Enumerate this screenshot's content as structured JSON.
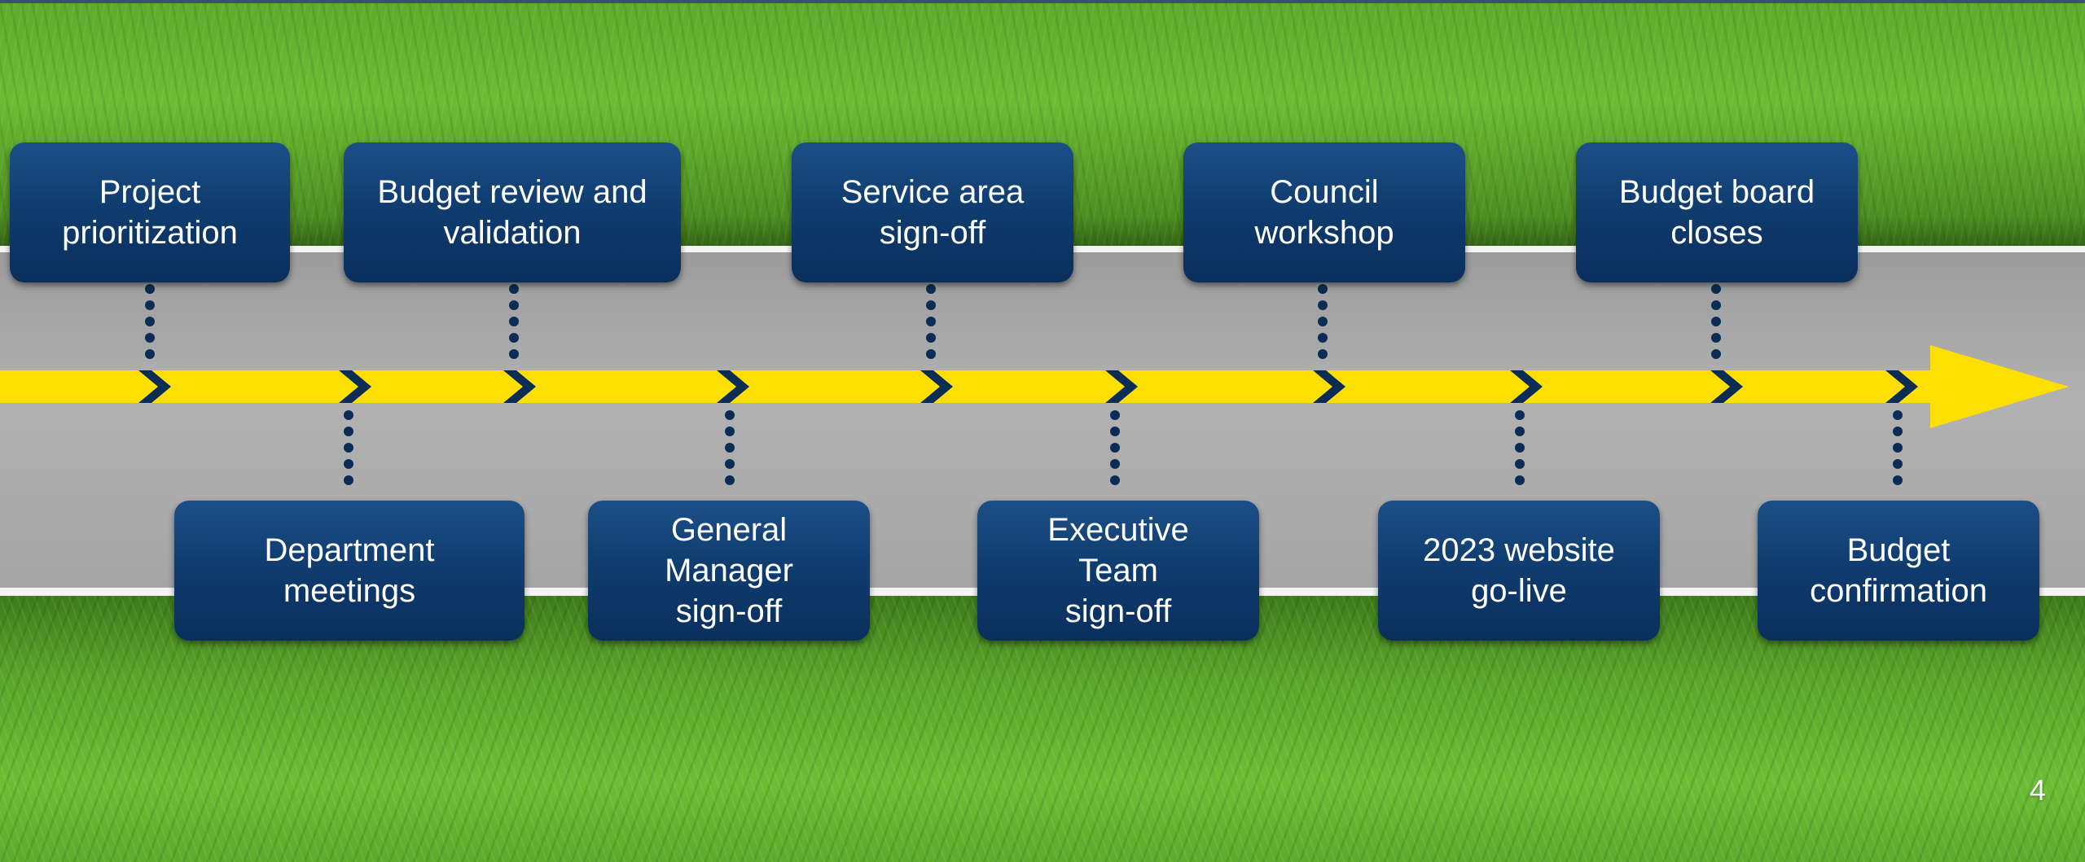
{
  "milestones_top": [
    {
      "label": "Project\nprioritization"
    },
    {
      "label": "Budget review and\nvalidation"
    },
    {
      "label": "Service area\nsign-off"
    },
    {
      "label": "Council\nworkshop"
    },
    {
      "label": "Budget board\ncloses"
    }
  ],
  "milestones_bottom": [
    {
      "label": "Department\nmeetings"
    },
    {
      "label": "General\nManager\nsign-off"
    },
    {
      "label": "Executive\nTeam\nsign-off"
    },
    {
      "label": "2023 website\ngo-live"
    },
    {
      "label": "Budget\nconfirmation"
    }
  ],
  "page_number": "4",
  "colors": {
    "box": "#0f3b6e",
    "arrow": "#ffdf00",
    "chevron": "#0b2d55",
    "connector": "#0b2d55"
  }
}
